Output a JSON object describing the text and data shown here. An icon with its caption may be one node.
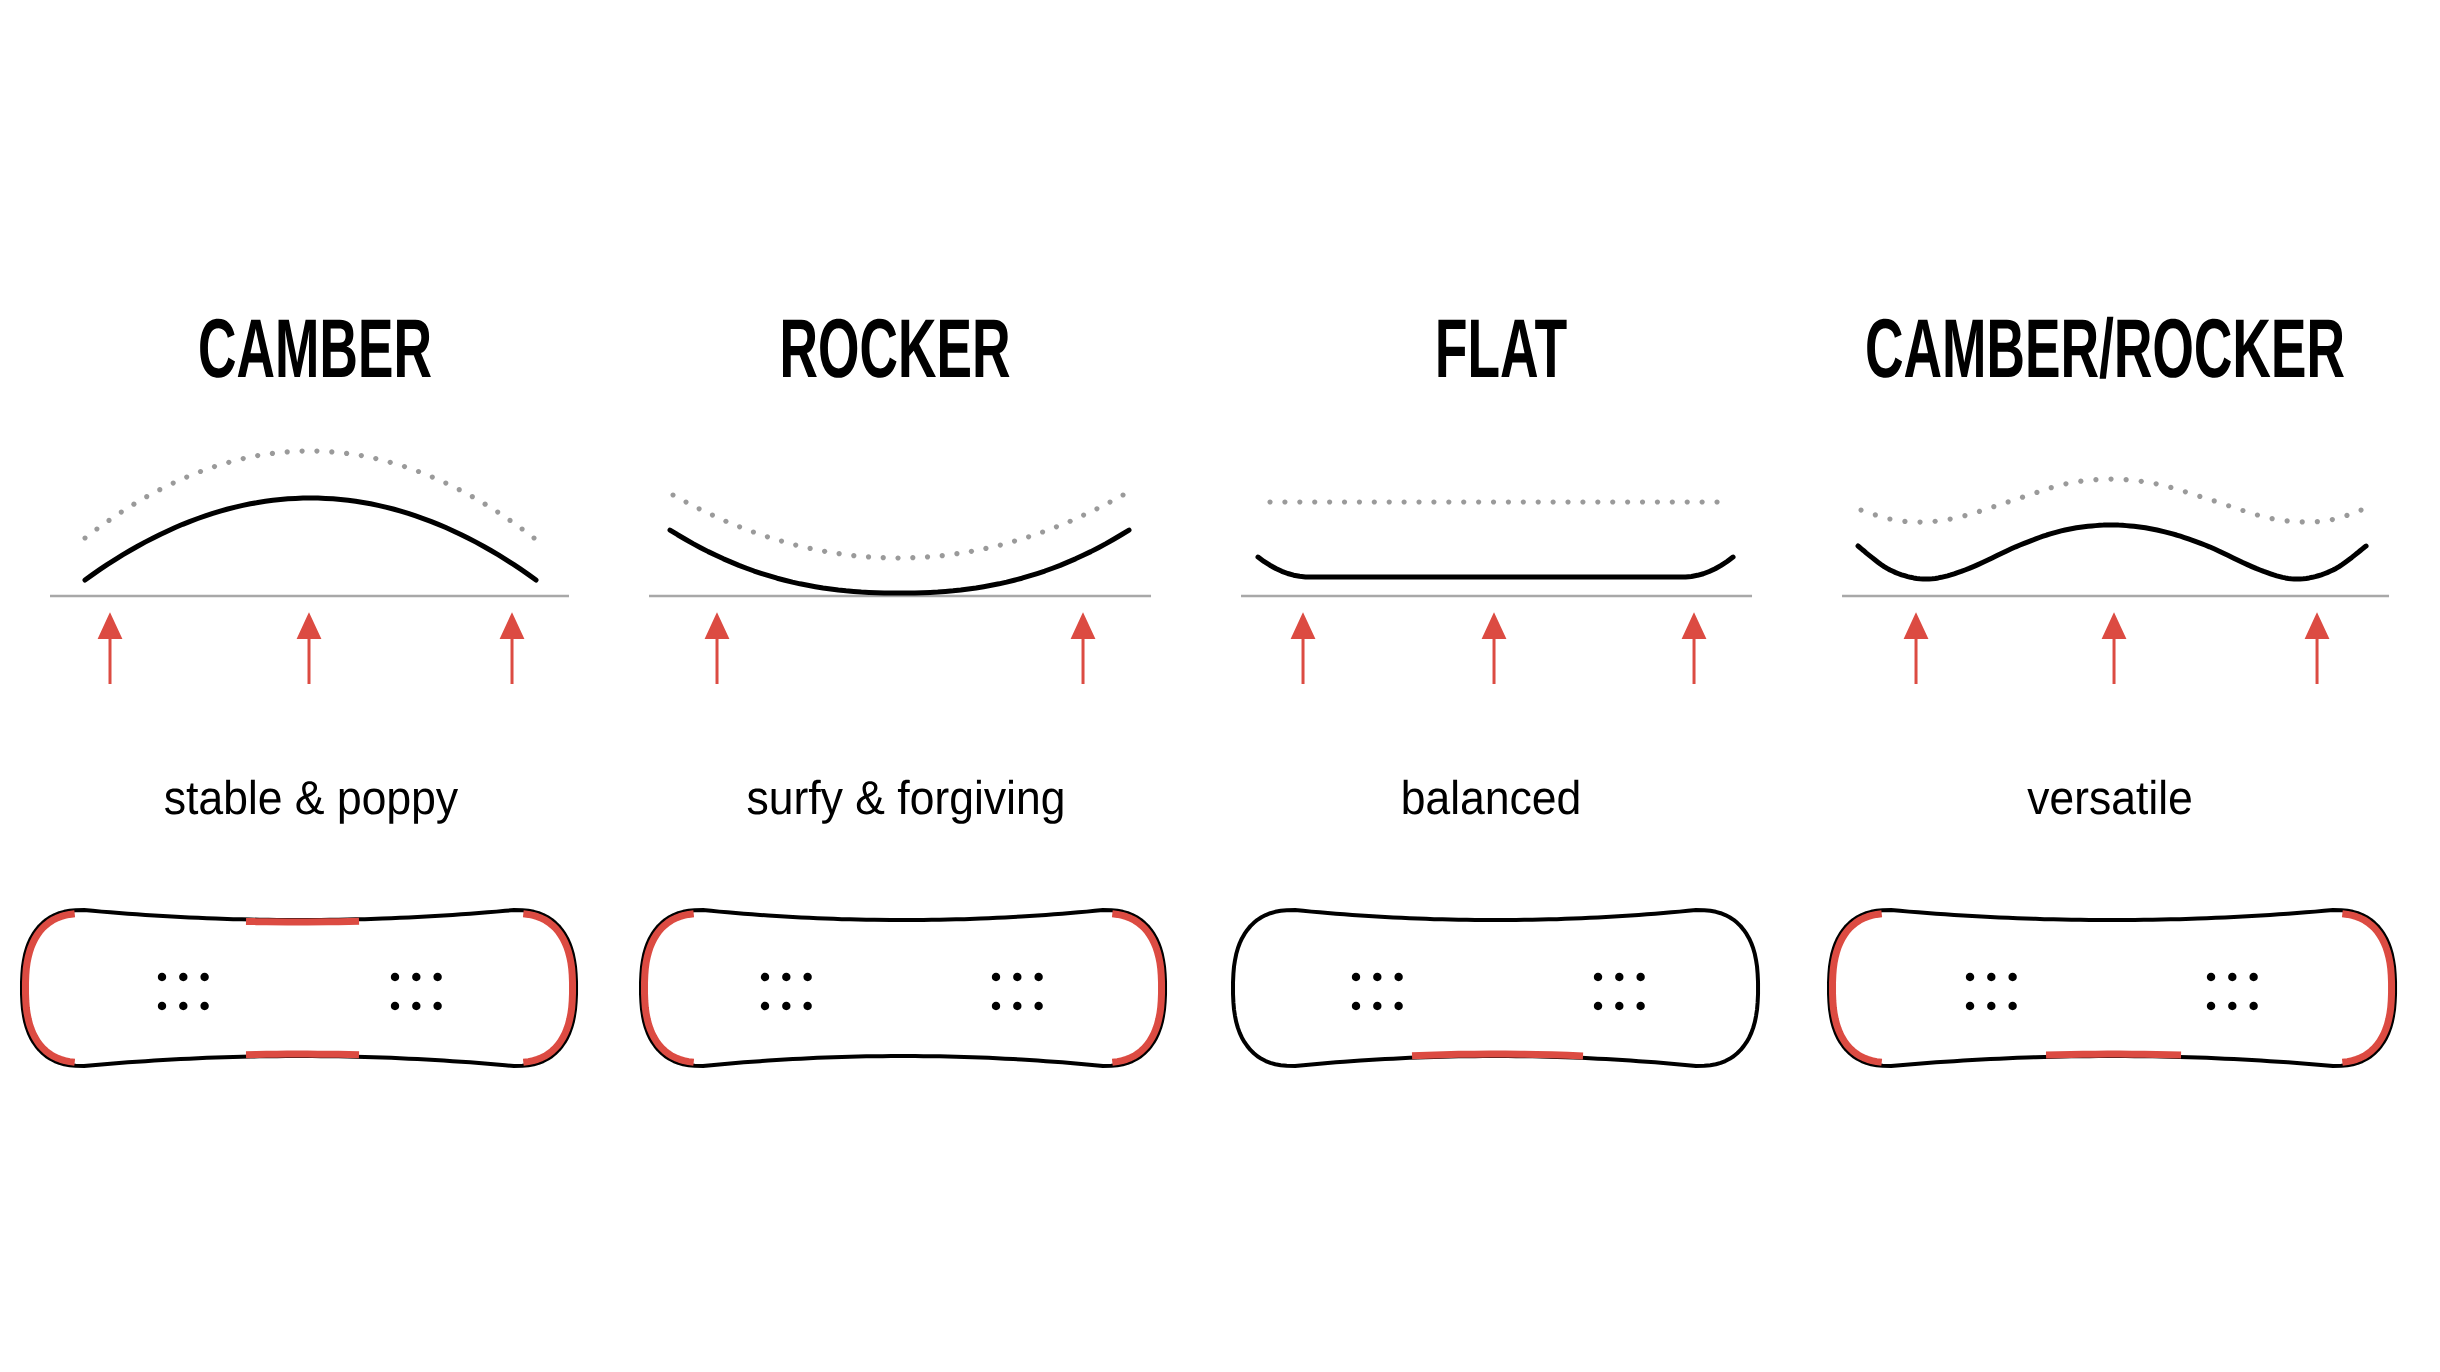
{
  "diagram": {
    "labels": [
      "CAMBER",
      "ROCKER",
      "FLAT",
      "CAMBER/ROCKER",
      "stable & poppy",
      "surfy & forgiving",
      "balanced",
      "versatile"
    ]
  }
}
